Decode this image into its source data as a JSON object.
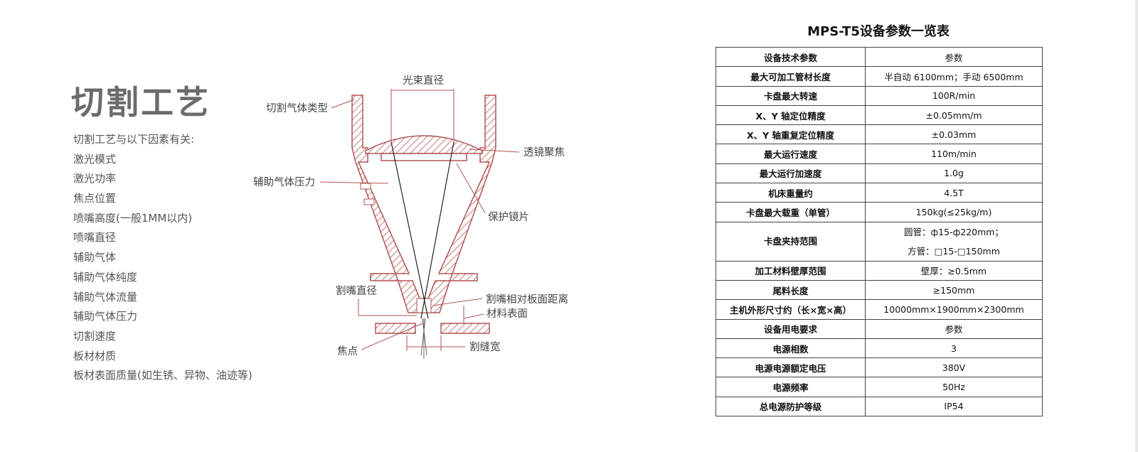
{
  "left": {
    "title": "切割工艺",
    "factors": [
      "切割工艺与以下因素有关:",
      "激光模式",
      "激光功率",
      "焦点位置",
      "喷嘴高度(一般1MM以内)",
      "喷嘴直径",
      "辅助气体",
      "辅助气体纯度",
      "辅助气体流量",
      "辅助气体压力",
      "切割速度",
      "板材材质",
      "板材表面质量(如生锈、异物、油迹等)"
    ]
  },
  "diagram": {
    "labels": {
      "beam_diameter": "光束直径",
      "gas_type": "切割气体类型",
      "lens_focus": "透镜聚焦",
      "gas_pressure": "辅助气体压力",
      "protective_lens": "保护镜片",
      "nozzle_diameter": "割嘴直径",
      "nozzle_distance": "割嘴相对板面距离",
      "material_surface": "材料表面",
      "focal_point": "焦点",
      "kerf_width": "割缝宽"
    },
    "colors": {
      "hatch": "#c97a7a",
      "line": "#b05555"
    }
  },
  "table": {
    "title": "MPS-T5设备参数一览表",
    "rows": [
      [
        "设备技术参数",
        "参数"
      ],
      [
        "最大可加工管材长度",
        "半自动 6100mm；手动 6500mm"
      ],
      [
        "卡盘最大转速",
        "100R/min"
      ],
      [
        "X、Y 轴定位精度",
        "±0.05mm/m"
      ],
      [
        "X、Y 轴重复定位精度",
        "±0.03mm"
      ],
      [
        "最大运行速度",
        "110m/min"
      ],
      [
        "最大运行加速度",
        "1.0g"
      ],
      [
        "机床重量约",
        "4.5T"
      ],
      [
        "卡盘最大载重（单管）",
        "150kg(≤25kg/m)"
      ]
    ],
    "clamp": {
      "label": "卡盘夹持范围",
      "line1": "圆管：ф15-ф220mm；",
      "line2": "方管：□15-□150mm"
    },
    "rows2": [
      [
        "加工材料壁厚范围",
        "壁厚：≥0.5mm"
      ],
      [
        "尾料长度",
        "≥150mm"
      ],
      [
        "主机外形尺寸约（长×宽×高）",
        "10000mm×1900mm×2300mm"
      ],
      [
        "设备用电要求",
        "参数"
      ],
      [
        "电源相数",
        "3"
      ],
      [
        "电源电源额定电压",
        "380V"
      ],
      [
        "电源频率",
        "50Hz"
      ],
      [
        "总电源防护等级",
        "IP54"
      ]
    ]
  }
}
